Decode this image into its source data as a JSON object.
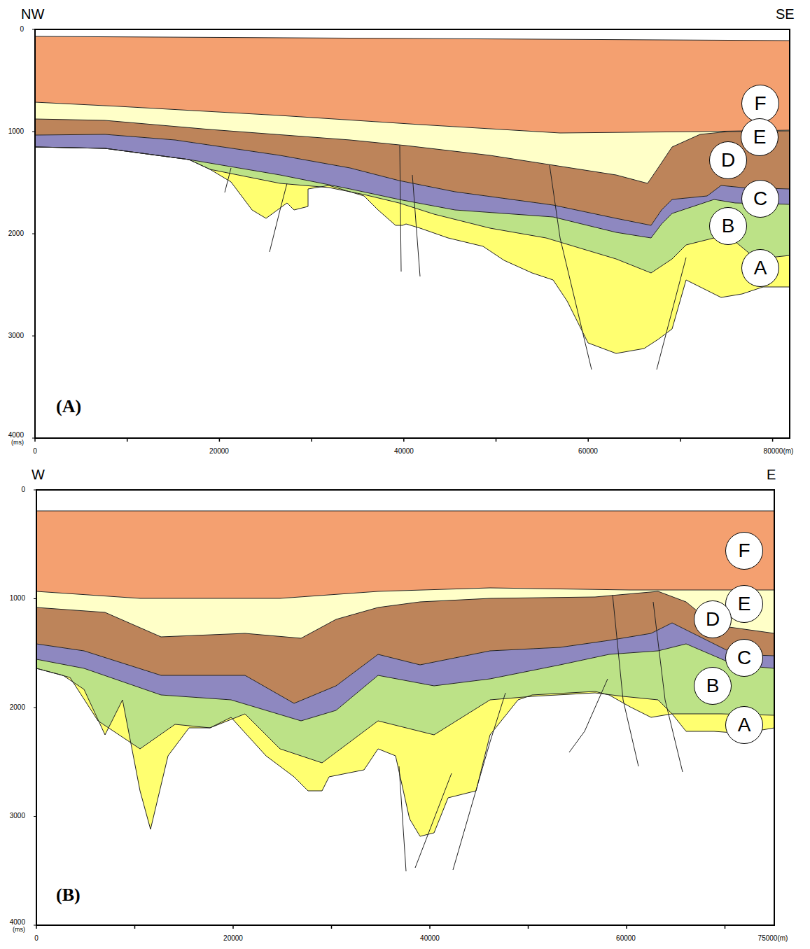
{
  "diagram": {
    "nodes": [
      {
        "text": [
          "F"
        ]
      },
      {
        "text": [
          "E"
        ]
      },
      {
        "text": [
          "D"
        ]
      },
      {
        "text": [
          "C"
        ]
      },
      {
        "text": [
          "B"
        ]
      },
      {
        "text": [
          "A"
        ]
      },
      {
        "text": [
          "F"
        ]
      },
      {
        "text": [
          "E"
        ]
      },
      {
        "text": [
          "D"
        ]
      },
      {
        "text": [
          "C"
        ]
      },
      {
        "text": [
          "B"
        ]
      },
      {
        "text": [
          "A"
        ]
      }
    ],
    "labels": [
      "NW",
      "SE",
      "0",
      "1000",
      "2000",
      "3000",
      "4000",
      "(ms)",
      "0",
      "20000",
      "40000",
      "60000",
      "80000(m)",
      "(A)",
      "W",
      "E",
      "0",
      "1000",
      "2000",
      "3000",
      "4000",
      "(ms)",
      "0",
      "20000",
      "40000",
      "60000",
      "75000(m)",
      "(B)"
    ]
  }
}
